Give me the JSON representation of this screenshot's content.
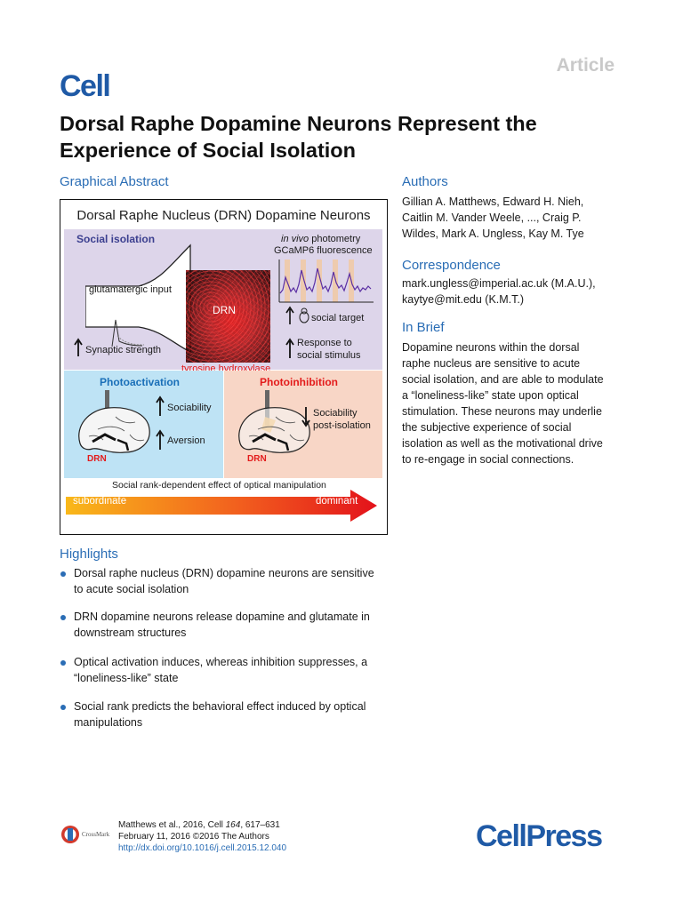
{
  "header": {
    "article_label": "Article",
    "journal_logo": "Cell",
    "title": "Dorsal Raphe Dopamine Neurons Represent the Experience of Social Isolation"
  },
  "graphical_abstract": {
    "heading": "Graphical Abstract",
    "title": "Dorsal Raphe Nucleus (DRN) Dopamine Neurons",
    "social_isolation": {
      "title": "Social isolation",
      "glutamatergic_input": "glutamatergic input",
      "synaptic_strength": "Synaptic strength",
      "drn_label": "DRN",
      "tyrosine_hydroxylase": "tyrosine hydroxylase",
      "photometry_in_vivo": "in vivo",
      "photometry_rest": " photometry",
      "gcamp": "GCaMP6 fluorescence",
      "social_target": "social target",
      "response": "Response to",
      "response_2": "social stimulus"
    },
    "photoactivation": {
      "title": "Photoactivation",
      "sociability": "Sociability",
      "aversion": "Aversion",
      "drn": "DRN"
    },
    "photoinhibition": {
      "title": "Photoinhibition",
      "sociability": "Sociability",
      "post_isolation": "post-isolation",
      "drn": "DRN"
    },
    "rank": {
      "caption": "Social rank-dependent effect of optical manipulation",
      "subordinate": "subordinate",
      "dominant": "dominant"
    }
  },
  "authors": {
    "heading": "Authors",
    "lines": [
      "Gillian A. Matthews, Edward H. Nieh,",
      "Caitlin M. Vander Weele, ..., Craig P.",
      "Wildes, Mark A. Ungless, Kay M. Tye"
    ]
  },
  "correspondence": {
    "heading": "Correspondence",
    "lines": [
      "mark.ungless@imperial.ac.uk (M.A.U.),",
      "kaytye@mit.edu (K.M.T.)"
    ]
  },
  "in_brief": {
    "heading": "In Brief",
    "lines": [
      "Dopamine neurons within the dorsal",
      "raphe nucleus are sensitive to acute",
      "social isolation, and are able to modulate",
      "a “loneliness-like” state upon optical",
      "stimulation. These neurons may underlie",
      "the subjective experience of social",
      "isolation as well as the motivational drive",
      "to re-engage in social connections."
    ]
  },
  "highlights": {
    "heading": "Highlights",
    "items": [
      [
        "Dorsal raphe nucleus (DRN) dopamine neurons are sensitive",
        "to acute social isolation"
      ],
      [
        "DRN dopamine neurons release dopamine and glutamate in",
        "downstream structures"
      ],
      [
        "Optical activation induces, whereas inhibition suppresses, a",
        "“loneliness-like” state"
      ],
      [
        "Social rank predicts the behavioral effect induced by optical",
        "manipulations"
      ]
    ]
  },
  "footer": {
    "citation_pre": "Matthews et al., 2016, Cell ",
    "citation_vol": "164",
    "citation_post": ", 617–631",
    "date_line": "February 11, 2016 ©2016 The Authors",
    "doi": "http://dx.doi.org/10.1016/j.cell.2015.12.040",
    "publisher_logo": "CellPress",
    "crossmark_label": "CrossMark"
  },
  "colors": {
    "accent_blue": "#2a6db5",
    "logo_blue": "#1f5aa6",
    "isolation_panel": "#ddd5ea",
    "activation_panel": "#bee3f5",
    "inhibition_panel": "#f8d6c6"
  }
}
